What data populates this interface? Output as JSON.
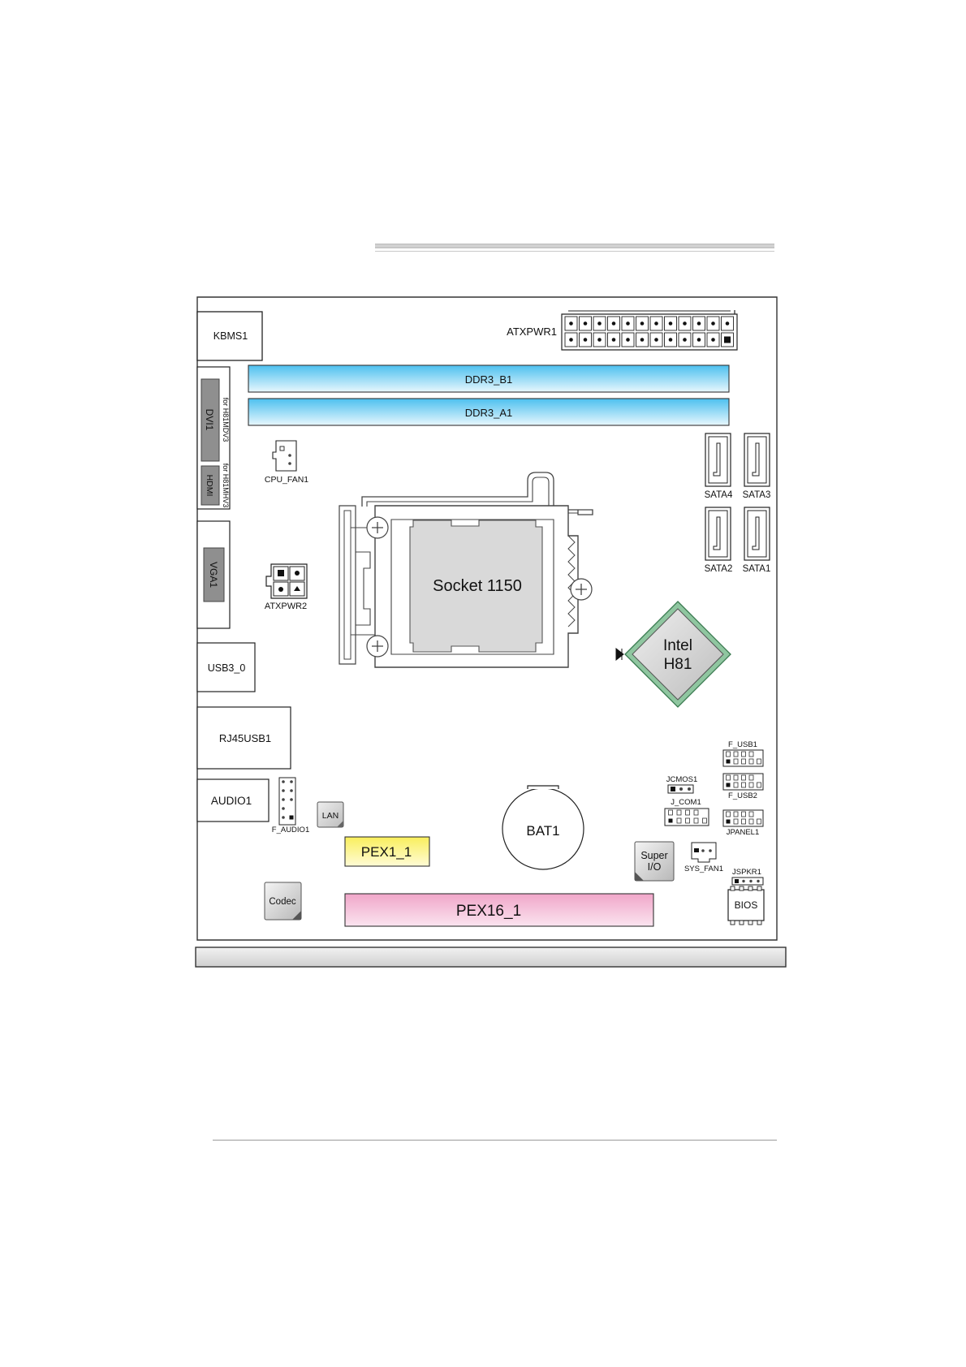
{
  "board": {
    "components": {
      "kbms": "KBMS1",
      "atxpwr1": "ATXPWR1",
      "ddr_b": "DDR3_B1",
      "ddr_a": "DDR3_A1",
      "dvi": "DVI1",
      "dvi_note": "for H81MDV3",
      "hdmi": "HDMI",
      "hdmi_note": "for H81MHV3",
      "cpu_fan": "CPU_FAN1",
      "vga": "VGA1",
      "atxpwr2": "ATXPWR2",
      "usb3": "USB3_0",
      "rj45": "RJ45USB1",
      "audio": "AUDIO1",
      "f_audio": "F_AUDIO1",
      "lan": "LAN",
      "socket": "Socket 1150",
      "chipset_line1": "Intel",
      "chipset_line2": "H81",
      "sata4": "SATA4",
      "sata3": "SATA3",
      "sata2": "SATA2",
      "sata1": "SATA1",
      "f_usb1": "F_USB1",
      "f_usb2": "F_USB2",
      "jcmos": "JCMOS1",
      "j_com": "J_COM1",
      "jpanel": "JPANEL1",
      "bat": "BAT1",
      "pex1": "PEX1_1",
      "pex16": "PEX16_1",
      "codec": "Codec",
      "superio_line1": "Super",
      "superio_line2": "I/O",
      "sys_fan": "SYS_FAN1",
      "jspkr": "JSPKR1",
      "bios": "BIOS"
    },
    "colors": {
      "ddr_slot": "#7fd4f5",
      "pex1_slot": "#fcf48a",
      "pex16_slot": "#f2b6d2",
      "chipset": "#8fc6a0",
      "outline": "#1a1a1a"
    }
  }
}
